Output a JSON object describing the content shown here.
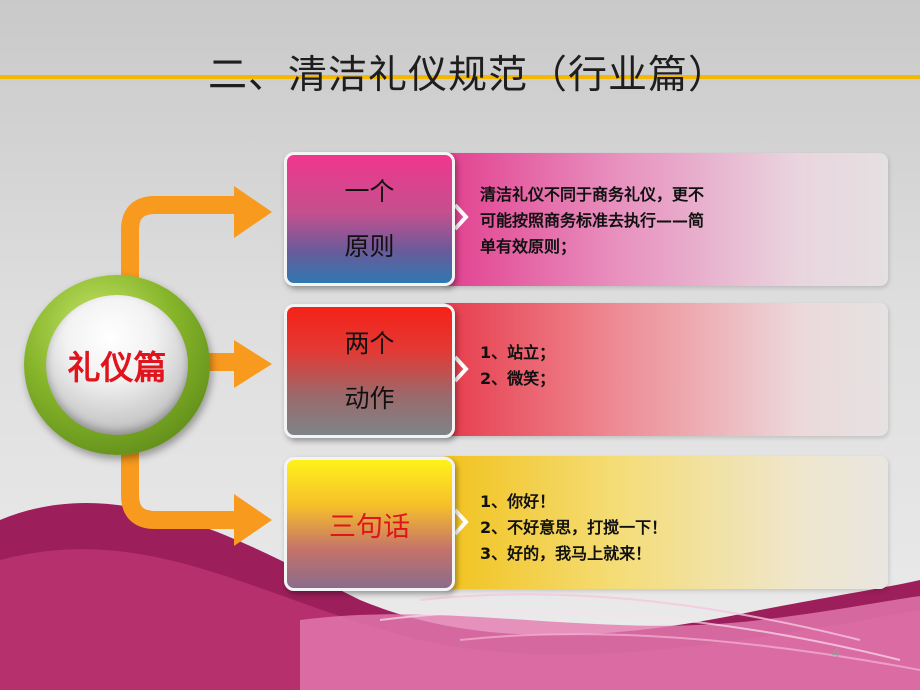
{
  "title": "二、清洁礼仪规范（行业篇）",
  "hub": {
    "label": "礼仪篇"
  },
  "cards": [
    {
      "line1": "一个",
      "line2": "原则"
    },
    {
      "line1": "两个",
      "line2": "动作"
    },
    {
      "line1": "三句话"
    }
  ],
  "descriptions": {
    "principle": [
      "清洁礼仪不同于商务礼仪，更不",
      "可能按照商务标准去执行——简",
      "单有效原则；"
    ],
    "actions": [
      "1、站立；",
      "2、微笑；"
    ],
    "phrases": [
      "1、你好！",
      "2、不好意思，打搅一下！",
      "3、好的，我马上就来！"
    ]
  },
  "page_number": "4",
  "colors": {
    "title_line": "#f5b800",
    "arrow": "#f79a1e",
    "hub_text": "#e0141c",
    "wave": "#9c1e5a"
  }
}
